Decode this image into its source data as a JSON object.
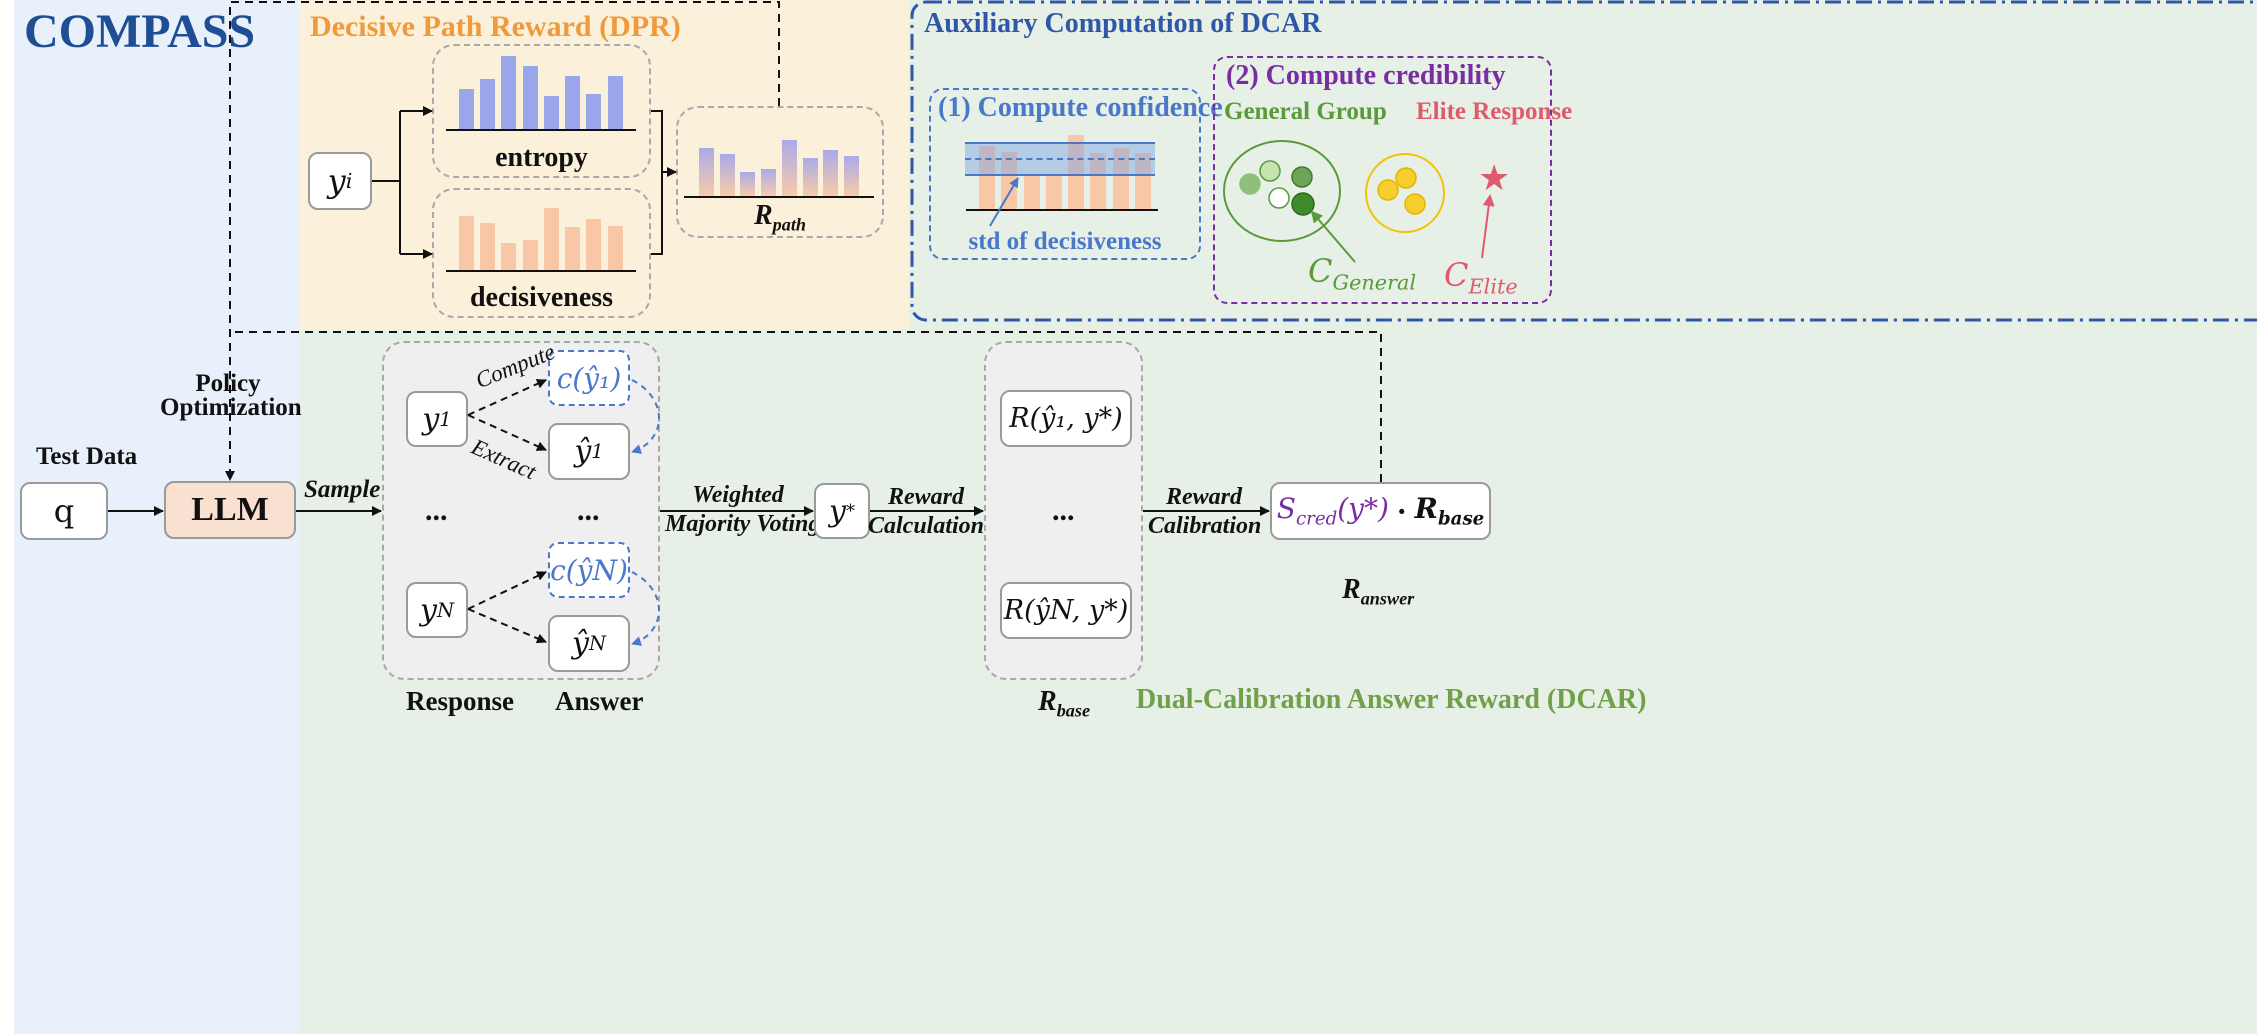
{
  "title": "COMPASS",
  "dpr": {
    "title": "Decisive Path Reward (DPR)",
    "input": "y",
    "input_sub": "i",
    "entropy_label": "entropy",
    "decisiveness_label": "decisiveness",
    "rpath_main": "R",
    "rpath_sub": "path",
    "entropy_bars": [
      0.55,
      0.68,
      1.0,
      0.86,
      0.45,
      0.72,
      0.48,
      0.72
    ],
    "decisiveness_bars": [
      0.73,
      0.64,
      0.36,
      0.41,
      0.84,
      0.58,
      0.69,
      0.59
    ],
    "rpath_bars": [
      0.65,
      0.57,
      0.33,
      0.37,
      0.76,
      0.52,
      0.62,
      0.54
    ],
    "entropy_color": "#9aa6ea",
    "decisiveness_color": "#f8c8a6"
  },
  "aux": {
    "title": "Auxiliary Computation of DCAR",
    "confidence_title": "(1) Compute confidence",
    "std_label": "std of decisiveness",
    "confidence_bars": [
      0.84,
      0.76,
      0.44,
      0.45,
      0.98,
      0.75,
      0.82,
      0.75
    ],
    "credibility_title": "(2) Compute credibility",
    "general_group_label": "General Group",
    "elite_response_label": "Elite Response",
    "c_general_main": "C",
    "c_general_sub": "General",
    "c_elite_main": "C",
    "c_elite_sub": "Elite",
    "star_glyph": "★"
  },
  "dcar": {
    "title": "Dual-Calibration Answer Reward (DCAR)",
    "test_data_label": "Test Data",
    "q_label": "q",
    "policy_label_1": "Policy",
    "policy_label_2": "Optimization",
    "llm_label": "LLM",
    "sample_label": "Sample",
    "compute_label": "Compute",
    "extract_label": "Extract",
    "y1_main": "y",
    "y1_sub": "1",
    "yN_main": "y",
    "yN_sub": "N",
    "c_y1": "c(ŷ₁)",
    "c_yN": "c(ŷN)",
    "yhat1_main": "ŷ",
    "yhat1_sub": "1",
    "yhatN_main": "ŷ",
    "yhatN_sub": "N",
    "ellipsis": "...",
    "weighted_1": "Weighted",
    "weighted_2": "Majority Voting",
    "ystar_main": "y",
    "ystar_sup": "*",
    "reward_calc_1": "Reward",
    "reward_calc_2": "Calculation",
    "r1_text": "R(ŷ₁, y*)",
    "rN_text": "R(ŷN, y*)",
    "reward_calib_1": "Reward",
    "reward_calib_2": "Calibration",
    "scred_main": "S",
    "scred_sub": "cred",
    "scred_arg": "(y*)",
    "dot": "·",
    "rbase_inline_main": "R",
    "rbase_inline_sub": "base",
    "ranswer_main": "R",
    "ranswer_sub": "answer",
    "rbase_main": "R",
    "rbase_sub": "base",
    "response_label": "Response",
    "answer_label": "Answer"
  },
  "colors": {
    "left_bg": "#e8f1fb",
    "dpr_bg": "#fbf1db",
    "green_bg": "#e7f0e7",
    "title_blue": "#1f4e95",
    "dpr_orange": "#ef9a3d",
    "aux_blue": "#2f57a8",
    "conf_blue": "#4a78c9",
    "cred_purple": "#7a2ca3",
    "general_green": "#5a9a3a",
    "elite_red": "#e05a6b",
    "dcar_green": "#70a048",
    "llm_fill": "#f9e0d0"
  }
}
